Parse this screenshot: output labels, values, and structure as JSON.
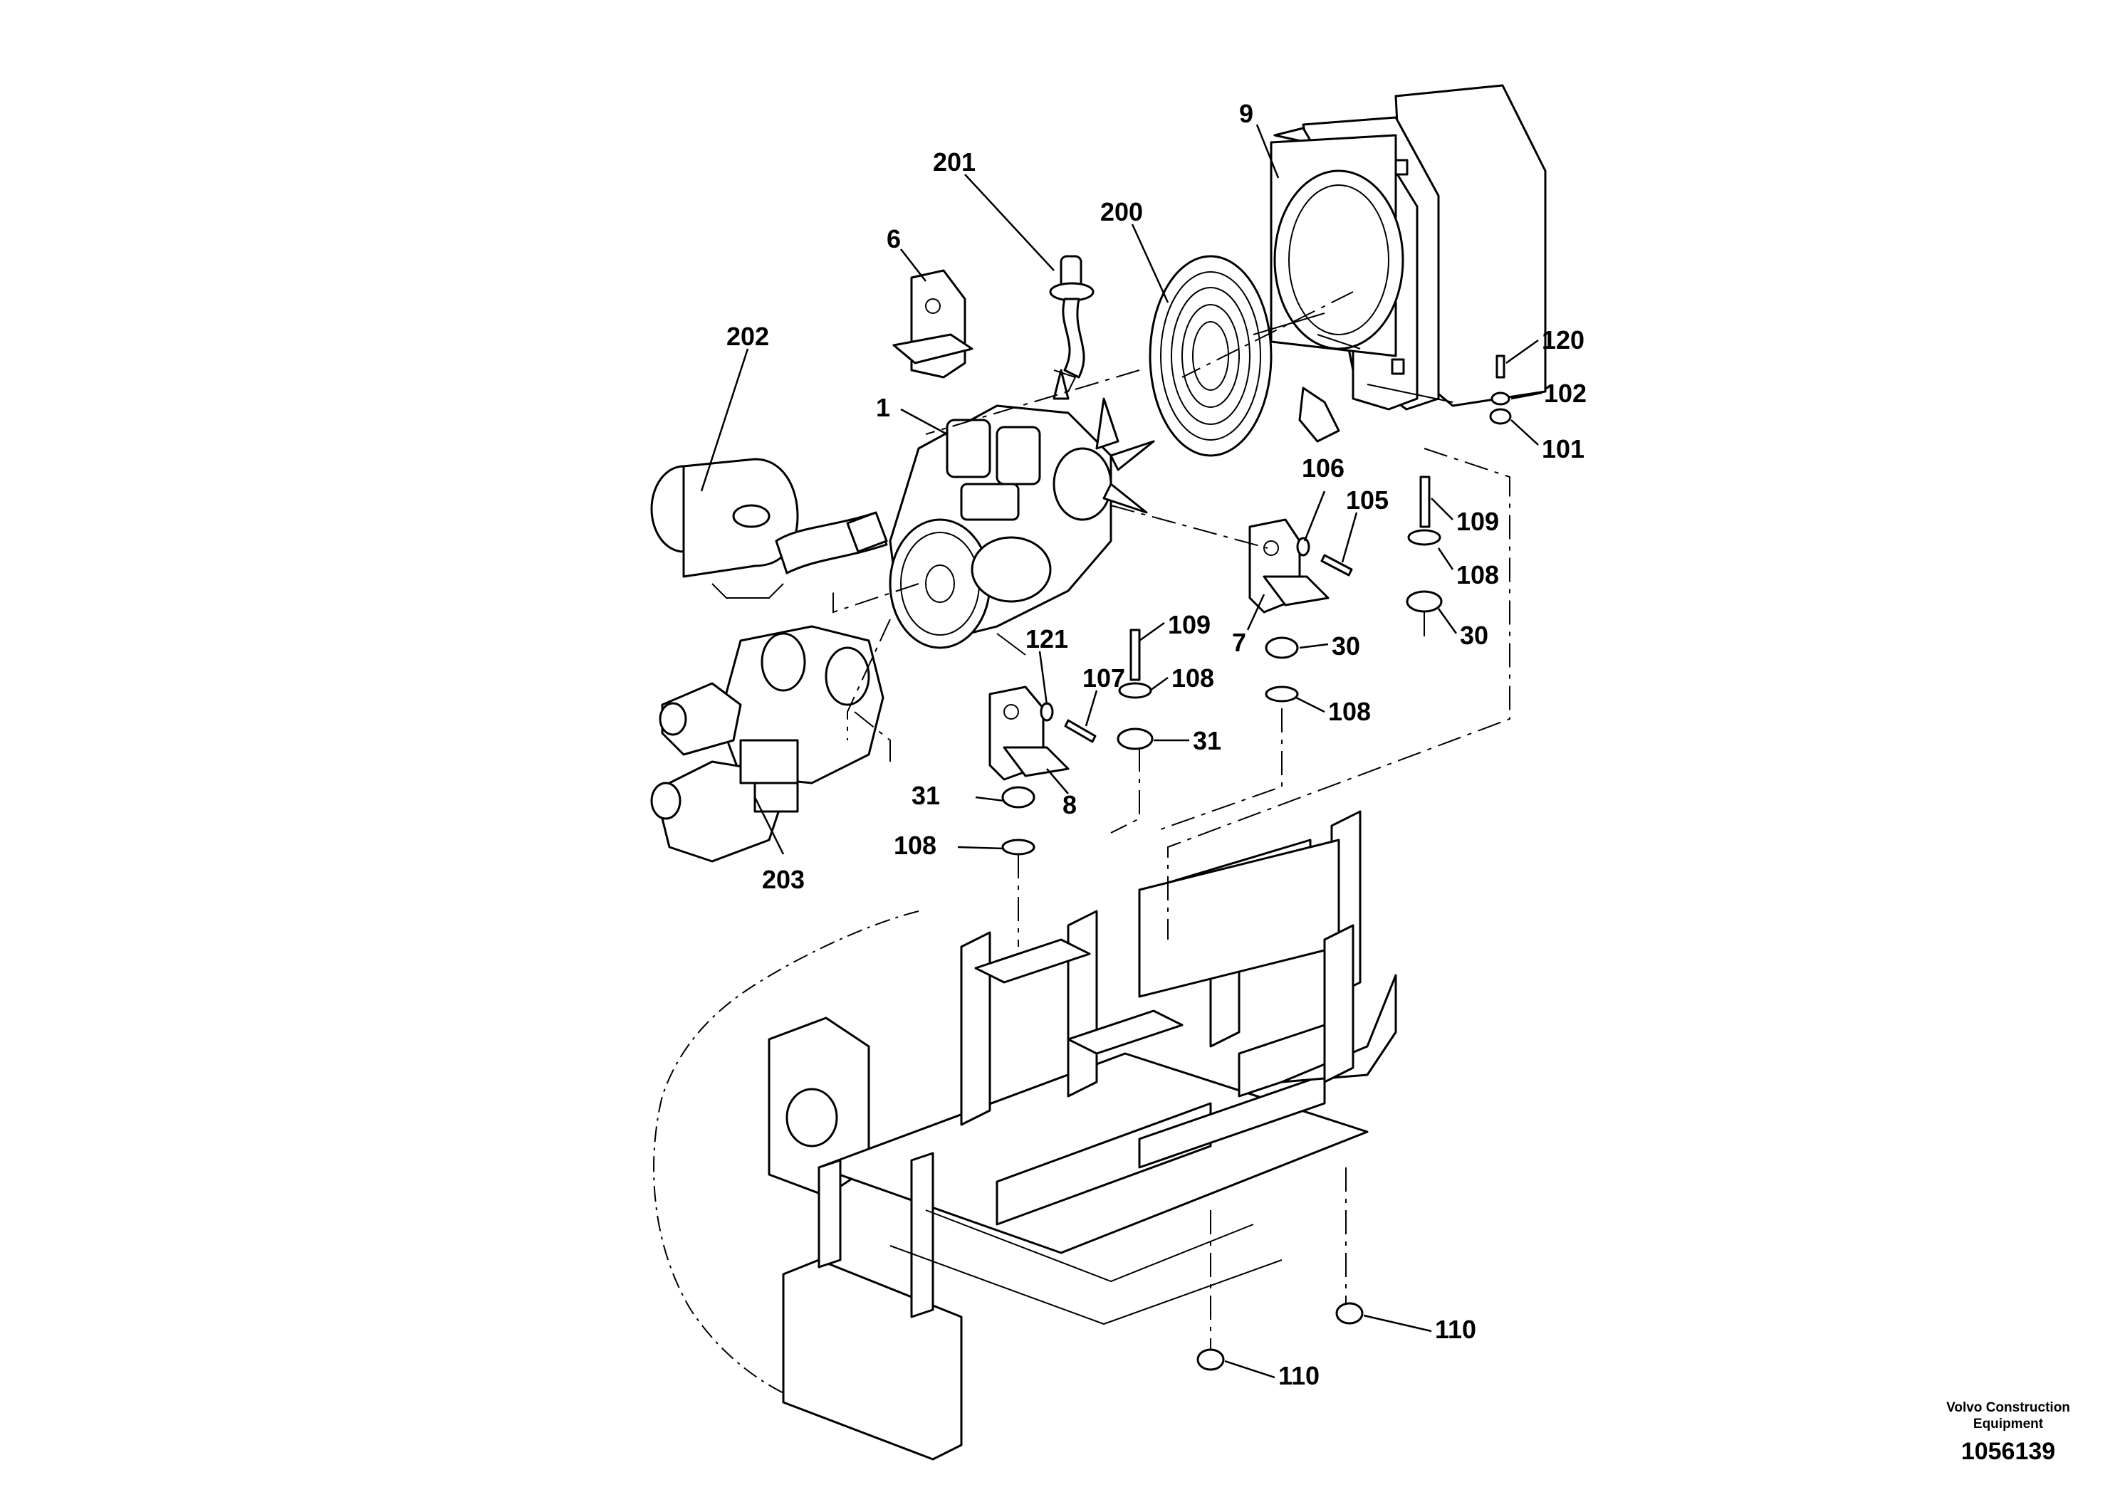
{
  "diagram": {
    "callouts": [
      {
        "id": "9",
        "label": "9"
      },
      {
        "id": "201",
        "label": "201"
      },
      {
        "id": "200",
        "label": "200"
      },
      {
        "id": "6",
        "label": "6"
      },
      {
        "id": "202",
        "label": "202"
      },
      {
        "id": "1",
        "label": "1"
      },
      {
        "id": "120",
        "label": "120"
      },
      {
        "id": "102",
        "label": "102"
      },
      {
        "id": "101",
        "label": "101"
      },
      {
        "id": "106",
        "label": "106"
      },
      {
        "id": "105",
        "label": "105"
      },
      {
        "id": "109a",
        "label": "109"
      },
      {
        "id": "108a",
        "label": "108"
      },
      {
        "id": "30a",
        "label": "30"
      },
      {
        "id": "7",
        "label": "7"
      },
      {
        "id": "30b",
        "label": "30"
      },
      {
        "id": "108b",
        "label": "108"
      },
      {
        "id": "121",
        "label": "121"
      },
      {
        "id": "109b",
        "label": "109"
      },
      {
        "id": "107",
        "label": "107"
      },
      {
        "id": "108c",
        "label": "108"
      },
      {
        "id": "31a",
        "label": "31"
      },
      {
        "id": "31b",
        "label": "31"
      },
      {
        "id": "8",
        "label": "8"
      },
      {
        "id": "108d",
        "label": "108"
      },
      {
        "id": "203",
        "label": "203"
      },
      {
        "id": "110a",
        "label": "110"
      },
      {
        "id": "110b",
        "label": "110"
      }
    ]
  },
  "footer": {
    "brand_line1": "Volvo Construction",
    "brand_line2": "Equipment",
    "drawing_number": "1056139"
  }
}
